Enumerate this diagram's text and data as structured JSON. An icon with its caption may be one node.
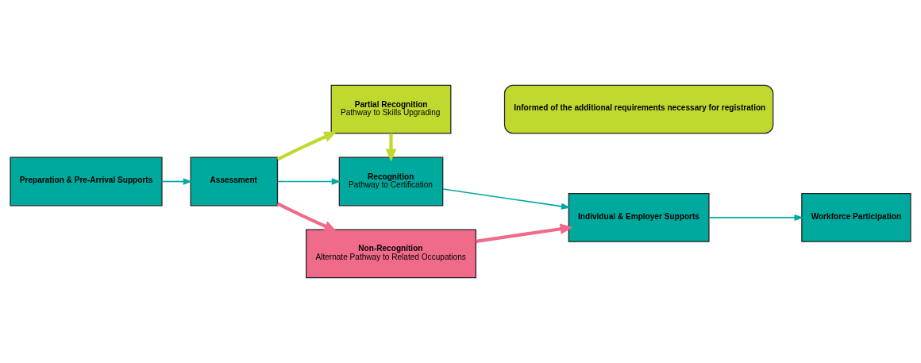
{
  "diagram": {
    "nodes": [
      {
        "text": [
          "Preparation & Pre-Arrival Supports"
        ]
      },
      {
        "text": [
          "Assessment"
        ]
      },
      {
        "text": [
          "Partial Recognition",
          "Pathway to Skills Upgrading"
        ]
      },
      {
        "text": [
          "Informed of the additional requirements necessary for registration"
        ]
      },
      {
        "text": [
          "Recognition",
          "Pathway to Certification"
        ]
      },
      {
        "text": [
          "Non-Recognition",
          "Alternate Pathway to Related Occupations"
        ]
      },
      {
        "text": [
          "Individual & Employer Supports"
        ]
      },
      {
        "text": [
          "Workforce Participation"
        ]
      }
    ],
    "edges": [
      {
        "from": 0,
        "to": 1,
        "arrow": "to"
      },
      {
        "from": 1,
        "to": 2,
        "arrow": "to",
        "style": "thick",
        "color": "#c1d82f"
      },
      {
        "from": 1,
        "to": 4,
        "arrow": "to"
      },
      {
        "from": 1,
        "to": 5,
        "arrow": "to",
        "style": "thick",
        "color": "#f06b8a"
      },
      {
        "from": 2,
        "to": 4,
        "arrow": "to",
        "style": "thick",
        "color": "#c1d82f"
      },
      {
        "from": 4,
        "to": 6,
        "arrow": "to"
      },
      {
        "from": 5,
        "to": 6,
        "arrow": "to",
        "style": "thick",
        "color": "#f06b8a"
      },
      {
        "from": 6,
        "to": 7,
        "arrow": "to"
      }
    ]
  }
}
